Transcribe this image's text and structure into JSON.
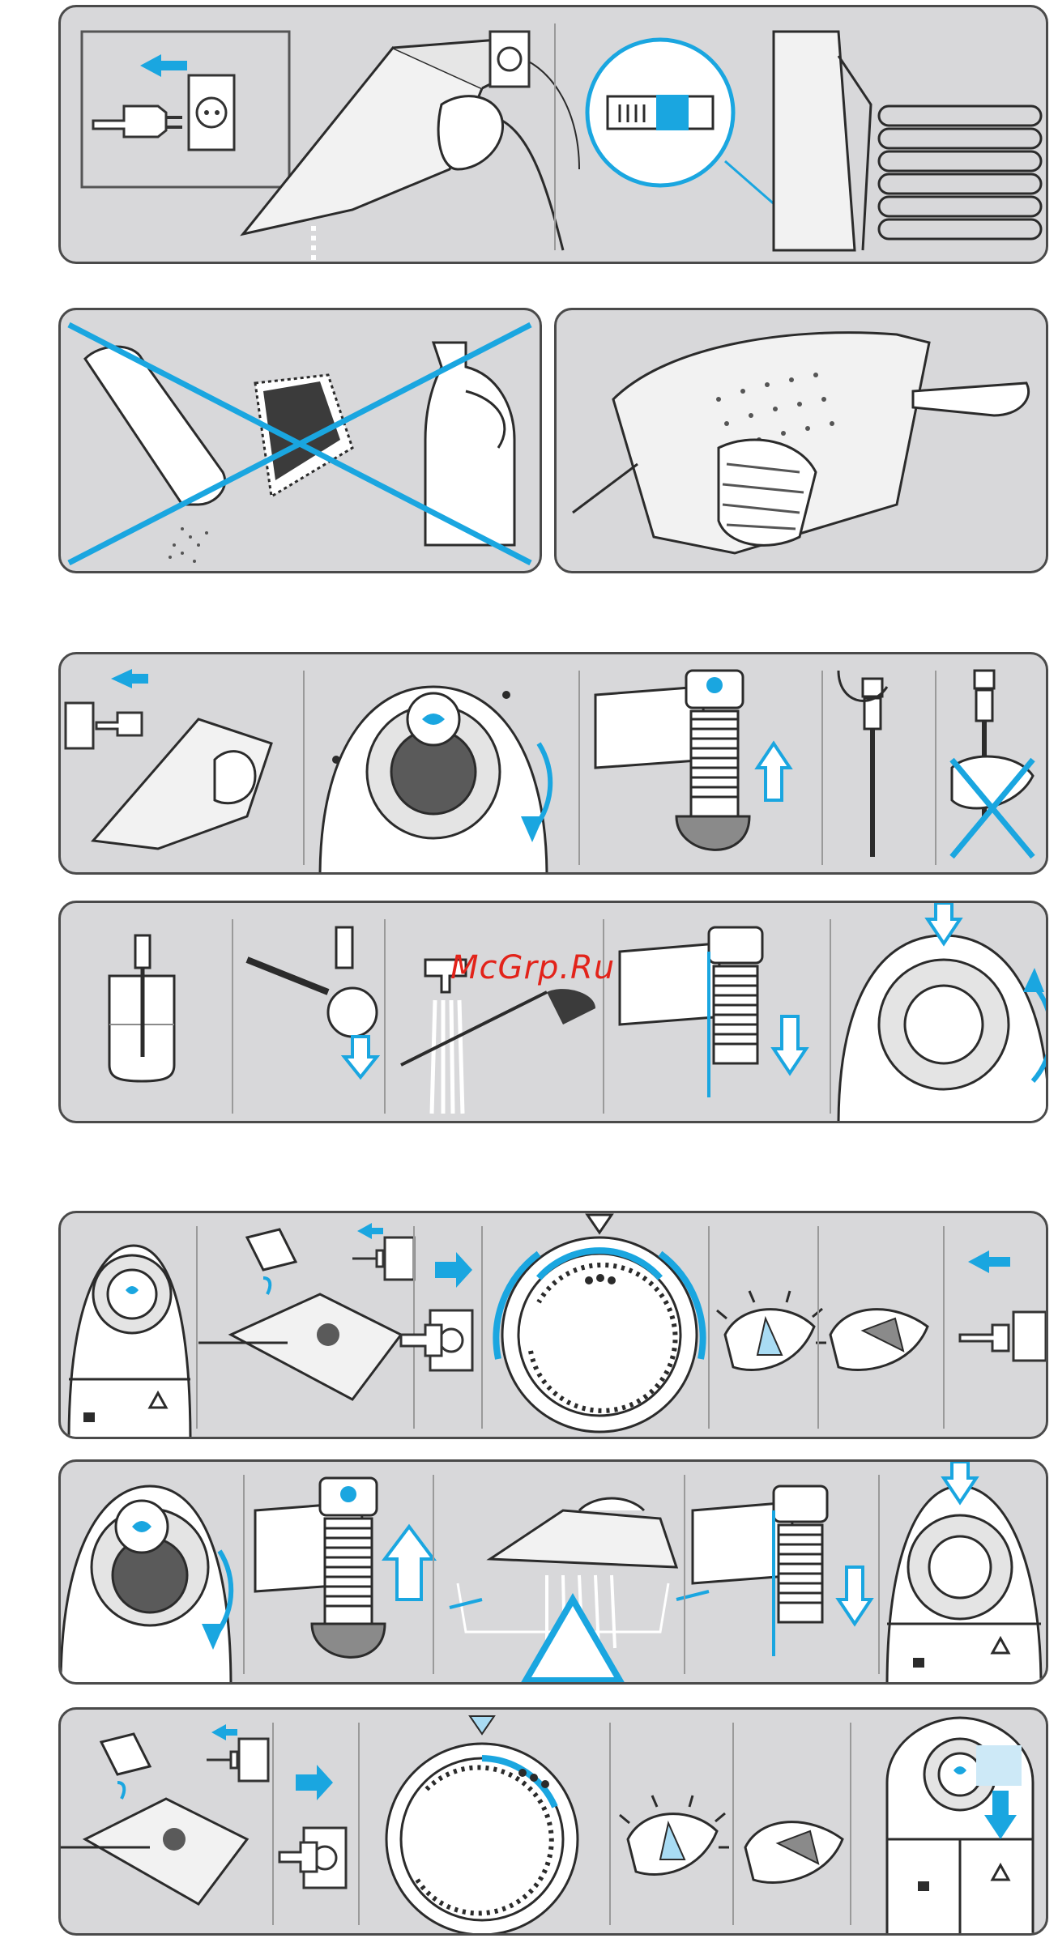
{
  "watermark": {
    "text": "McGrp.Ru"
  },
  "colors": {
    "accent": "#1aa6e0",
    "panel_bg": "#d8d8da",
    "panel_border": "#4a4a4a",
    "line": "#2b2b2b",
    "watermark": "#e2231a"
  },
  "rows": [
    {
      "id": "row1",
      "cells": [
        "unplug-icon",
        "iron-tilt-drain",
        "iron-cord-wrap"
      ]
    },
    {
      "id": "row2a",
      "cells": [
        "no-descaler-icon"
      ]
    },
    {
      "id": "row2b",
      "cells": [
        "soleplate-cleaning"
      ]
    },
    {
      "id": "row3",
      "cells": [
        "plug-in-iron",
        "knob-turn-unlock",
        "valve-lift-out",
        "valve-hold",
        "valve-no-squeeze"
      ]
    },
    {
      "id": "row4",
      "cells": [
        "valve-soak-vinegar",
        "valve-brush",
        "valve-rinse-tap",
        "valve-insert",
        "knob-turn-lock"
      ]
    },
    {
      "id": "row5",
      "cells": [
        "knob-steam-off",
        "fill-water-unplug",
        "plug-in",
        "temp-dial-max",
        "soleplate-heat",
        "soleplate-cool",
        "unplug"
      ]
    },
    {
      "id": "row6",
      "cells": [
        "knob-turn-unlock",
        "valve-lift-out",
        "iron-shake-sink-warning",
        "valve-insert",
        "knob-turn-lock"
      ]
    },
    {
      "id": "row7",
      "cells": [
        "fill-water-unplug",
        "plug-in",
        "temp-dial-max",
        "soleplate-heat",
        "soleplate-cool",
        "steam-control-push"
      ]
    }
  ]
}
